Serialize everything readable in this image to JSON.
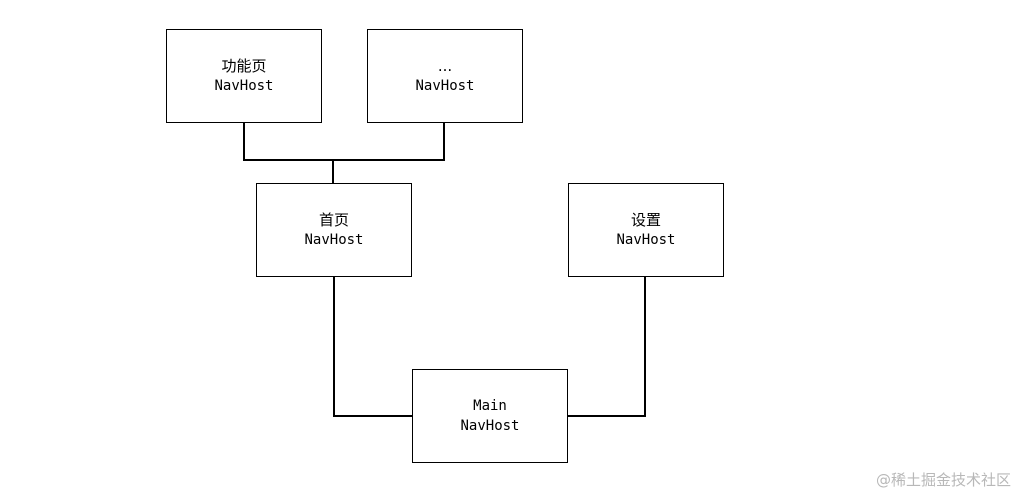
{
  "diagram": {
    "nodes": {
      "feature": {
        "title": "功能页",
        "subtitle": "NavHost"
      },
      "more": {
        "title": "...",
        "subtitle": "NavHost"
      },
      "home": {
        "title": "首页",
        "subtitle": "NavHost"
      },
      "settings": {
        "title": "设置",
        "subtitle": "NavHost"
      },
      "main": {
        "title": "Main",
        "subtitle": "NavHost"
      }
    },
    "edges": [
      {
        "from": "home",
        "to": "feature"
      },
      {
        "from": "home",
        "to": "more"
      },
      {
        "from": "main",
        "to": "home"
      },
      {
        "from": "main",
        "to": "settings"
      }
    ],
    "line_color": "#000000",
    "box_border_color": "#000000"
  },
  "watermark": "@稀土掘金技术社区"
}
